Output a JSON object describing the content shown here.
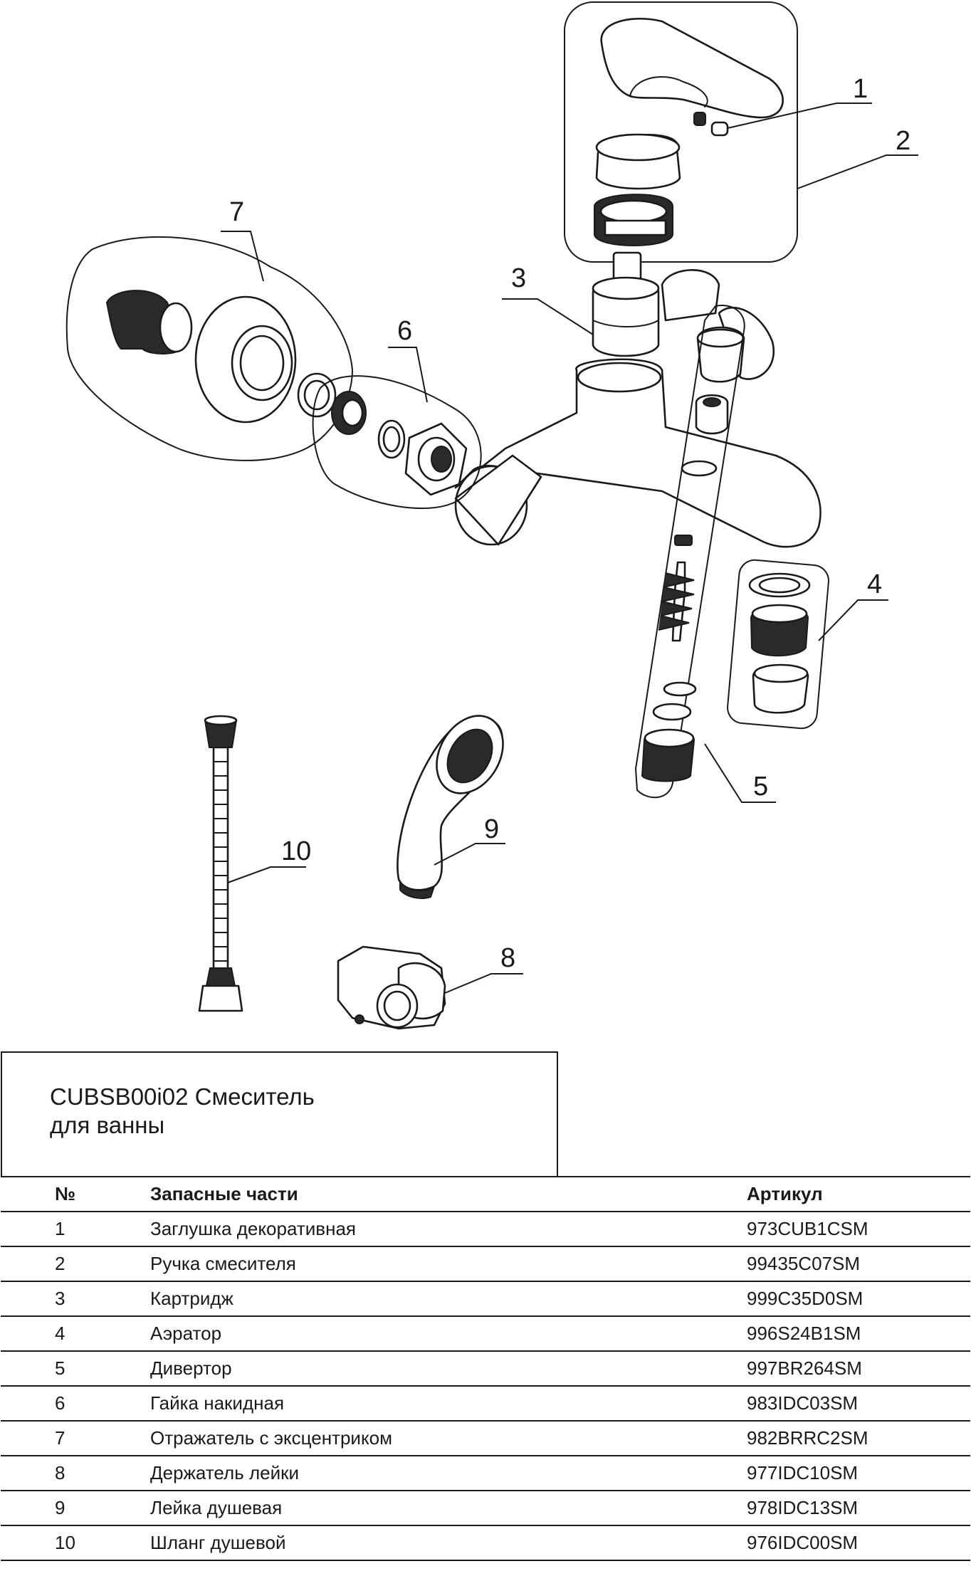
{
  "title": {
    "line1": "CUBSB00i02 Смеситель",
    "line2": "для ванны"
  },
  "table": {
    "headers": {
      "no": "№",
      "name": "Запасные части",
      "article": "Артикул"
    },
    "rows": [
      {
        "no": "1",
        "name": "Заглушка декоративная",
        "article": "973CUB1CSM"
      },
      {
        "no": "2",
        "name": "Ручка смесителя",
        "article": "99435C07SM"
      },
      {
        "no": "3",
        "name": "Картридж",
        "article": "999C35D0SM"
      },
      {
        "no": "4",
        "name": "Аэратор",
        "article": "996S24B1SM"
      },
      {
        "no": "5",
        "name": "Дивертор",
        "article": "997BR264SM"
      },
      {
        "no": "6",
        "name": "Гайка накидная",
        "article": "983IDC03SM"
      },
      {
        "no": "7",
        "name": "Отражатель с эксцентриком",
        "article": "982BRRC2SM"
      },
      {
        "no": "8",
        "name": "Держатель лейки",
        "article": "977IDC10SM"
      },
      {
        "no": "9",
        "name": "Лейка душевая",
        "article": "978IDC13SM"
      },
      {
        "no": "10",
        "name": "Шланг душевой",
        "article": "976IDC00SM"
      }
    ]
  },
  "callouts": [
    "1",
    "2",
    "3",
    "4",
    "5",
    "6",
    "7",
    "8",
    "9",
    "10"
  ]
}
